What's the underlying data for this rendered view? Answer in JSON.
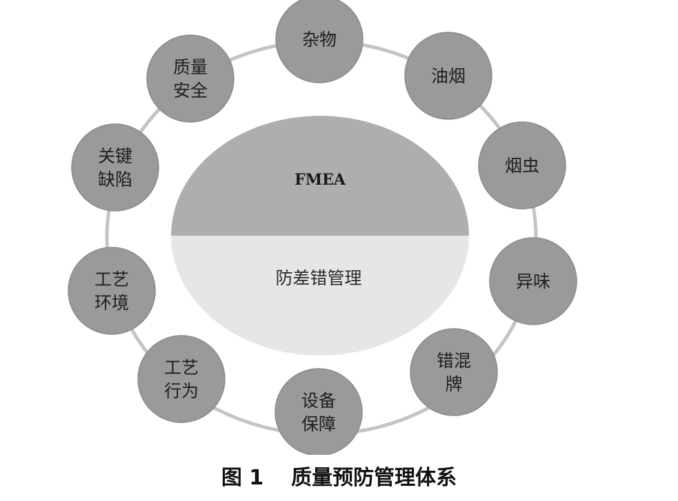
{
  "core": {
    "top_label": "FMEA",
    "bottom_label": "防差错管理",
    "top_color": "#aeaeae",
    "bottom_color": "#e6e6e6"
  },
  "ring_color": "#c4c4c4",
  "node_color": "#9a9a9a",
  "nodes": [
    {
      "lines": [
        "杂物"
      ]
    },
    {
      "lines": [
        "油烟"
      ]
    },
    {
      "lines": [
        "烟虫"
      ]
    },
    {
      "lines": [
        "异味"
      ]
    },
    {
      "lines": [
        "错混",
        "牌"
      ]
    },
    {
      "lines": [
        "设备",
        "保障"
      ]
    },
    {
      "lines": [
        "工艺",
        "行为"
      ]
    },
    {
      "lines": [
        "工艺",
        "环境"
      ]
    },
    {
      "lines": [
        "关键",
        "缺陷"
      ]
    },
    {
      "lines": [
        "质量",
        "安全"
      ]
    }
  ],
  "caption": {
    "figure_number": "图 1",
    "title": "质量预防管理体系"
  }
}
